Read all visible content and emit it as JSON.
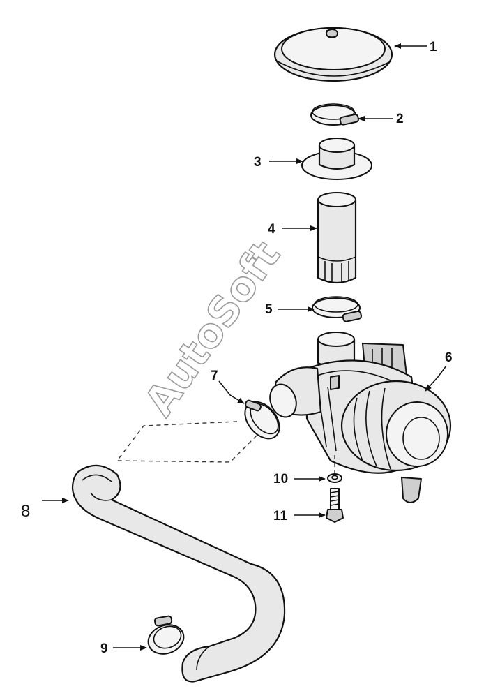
{
  "callouts": [
    {
      "id": "1",
      "label": "1"
    },
    {
      "id": "2",
      "label": "2"
    },
    {
      "id": "3",
      "label": "3"
    },
    {
      "id": "4",
      "label": "4"
    },
    {
      "id": "5",
      "label": "5"
    },
    {
      "id": "6",
      "label": "6"
    },
    {
      "id": "7",
      "label": "7"
    },
    {
      "id": "8",
      "label": "8"
    },
    {
      "id": "9",
      "label": "9"
    },
    {
      "id": "10",
      "label": "10"
    },
    {
      "id": "11",
      "label": "11"
    }
  ],
  "watermark": "AutoSoft",
  "colors": {
    "line": "#111111",
    "fill": "#e8e8e8",
    "watermark_outline": "#9a9a9a",
    "background": "#ffffff"
  }
}
